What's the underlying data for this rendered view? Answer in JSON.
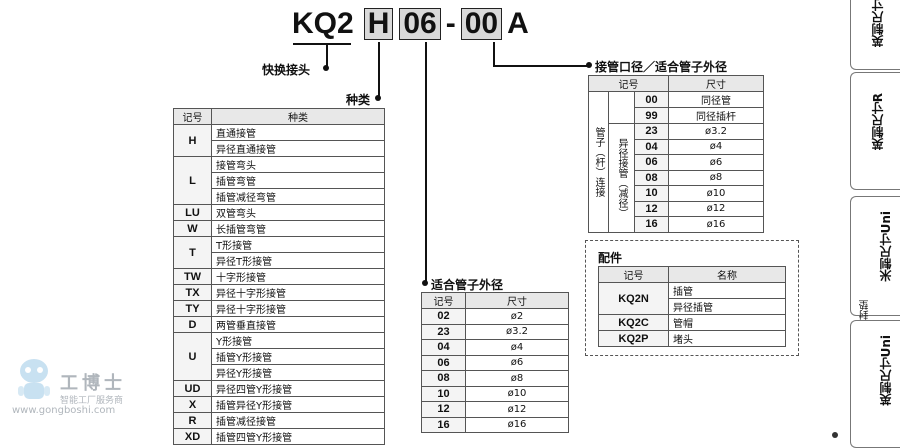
{
  "model": {
    "prefix": "KQ2",
    "seg_type": "H",
    "seg_size": "06",
    "dash1": "-",
    "seg_port": "00",
    "suffix": "A"
  },
  "labels": {
    "fitting": "快换接头",
    "type": "种类",
    "tube_od": "适合管子外径",
    "port": "接管口径／适合管子外径",
    "accessories": "配件"
  },
  "type_table": {
    "headers": [
      "记号",
      "种类"
    ],
    "groups": [
      {
        "code": "H",
        "items": [
          "直通接管",
          "异径直通接管"
        ]
      },
      {
        "code": "L",
        "items": [
          "接管弯头",
          "插管弯管",
          "插管减径弯管"
        ]
      },
      {
        "code": "LU",
        "items": [
          "双管弯头"
        ]
      },
      {
        "code": "W",
        "items": [
          "长插管弯管"
        ]
      },
      {
        "code": "T",
        "items": [
          "T形接管",
          "异径T形接管"
        ]
      },
      {
        "code": "TW",
        "items": [
          "十字形接管"
        ]
      },
      {
        "code": "TX",
        "items": [
          "异径十字形接管"
        ]
      },
      {
        "code": "TY",
        "items": [
          "异径十字形接管"
        ]
      },
      {
        "code": "D",
        "items": [
          "两管垂直接管"
        ]
      },
      {
        "code": "U",
        "items": [
          "Y形接管",
          "插管Y形接管",
          "异径Y形接管"
        ]
      },
      {
        "code": "UD",
        "items": [
          "异径四管Y形接管"
        ]
      },
      {
        "code": "X",
        "items": [
          "插管异径Y形接管"
        ]
      },
      {
        "code": "R",
        "items": [
          "插管减径接管"
        ]
      },
      {
        "code": "XD",
        "items": [
          "插管四管Y形接管"
        ]
      }
    ]
  },
  "od_table": {
    "headers": [
      "记号",
      "尺寸"
    ],
    "rows": [
      {
        "code": "02",
        "size": "ø2"
      },
      {
        "code": "23",
        "size": "ø3.2"
      },
      {
        "code": "04",
        "size": "ø4"
      },
      {
        "code": "06",
        "size": "ø6"
      },
      {
        "code": "08",
        "size": "ø8"
      },
      {
        "code": "10",
        "size": "ø10"
      },
      {
        "code": "12",
        "size": "ø12"
      },
      {
        "code": "16",
        "size": "ø16"
      }
    ]
  },
  "port_table": {
    "headers": [
      "记号",
      "尺寸"
    ],
    "group_label": "管子（杆）连接",
    "sub_label": "异径接管（减径）",
    "rows": [
      {
        "code": "00",
        "size": "同径管"
      },
      {
        "code": "99",
        "size": "同径插杆"
      },
      {
        "code": "23",
        "size": "ø3.2"
      },
      {
        "code": "04",
        "size": "ø4"
      },
      {
        "code": "06",
        "size": "ø6"
      },
      {
        "code": "08",
        "size": "ø8"
      },
      {
        "code": "10",
        "size": "ø10"
      },
      {
        "code": "12",
        "size": "ø12"
      },
      {
        "code": "16",
        "size": "ø16"
      }
    ]
  },
  "acc_table": {
    "headers": [
      "记号",
      "名称"
    ],
    "groups": [
      {
        "code": "KQ2N",
        "items": [
          "插管",
          "异径插管"
        ]
      },
      {
        "code": "KQ2C",
        "items": [
          "管帽"
        ]
      },
      {
        "code": "KQ2P",
        "items": [
          "堵头"
        ]
      }
    ]
  },
  "tabs": {
    "t1": "英制尺寸",
    "t2": "英制尺寸R",
    "t3": "米制尺寸Uni",
    "t4": "英制尺寸Uni",
    "side": "密封垫"
  },
  "watermark": {
    "brand": "工博士",
    "sub": "智能工厂服务商",
    "url": "www.gongboshi.com"
  }
}
